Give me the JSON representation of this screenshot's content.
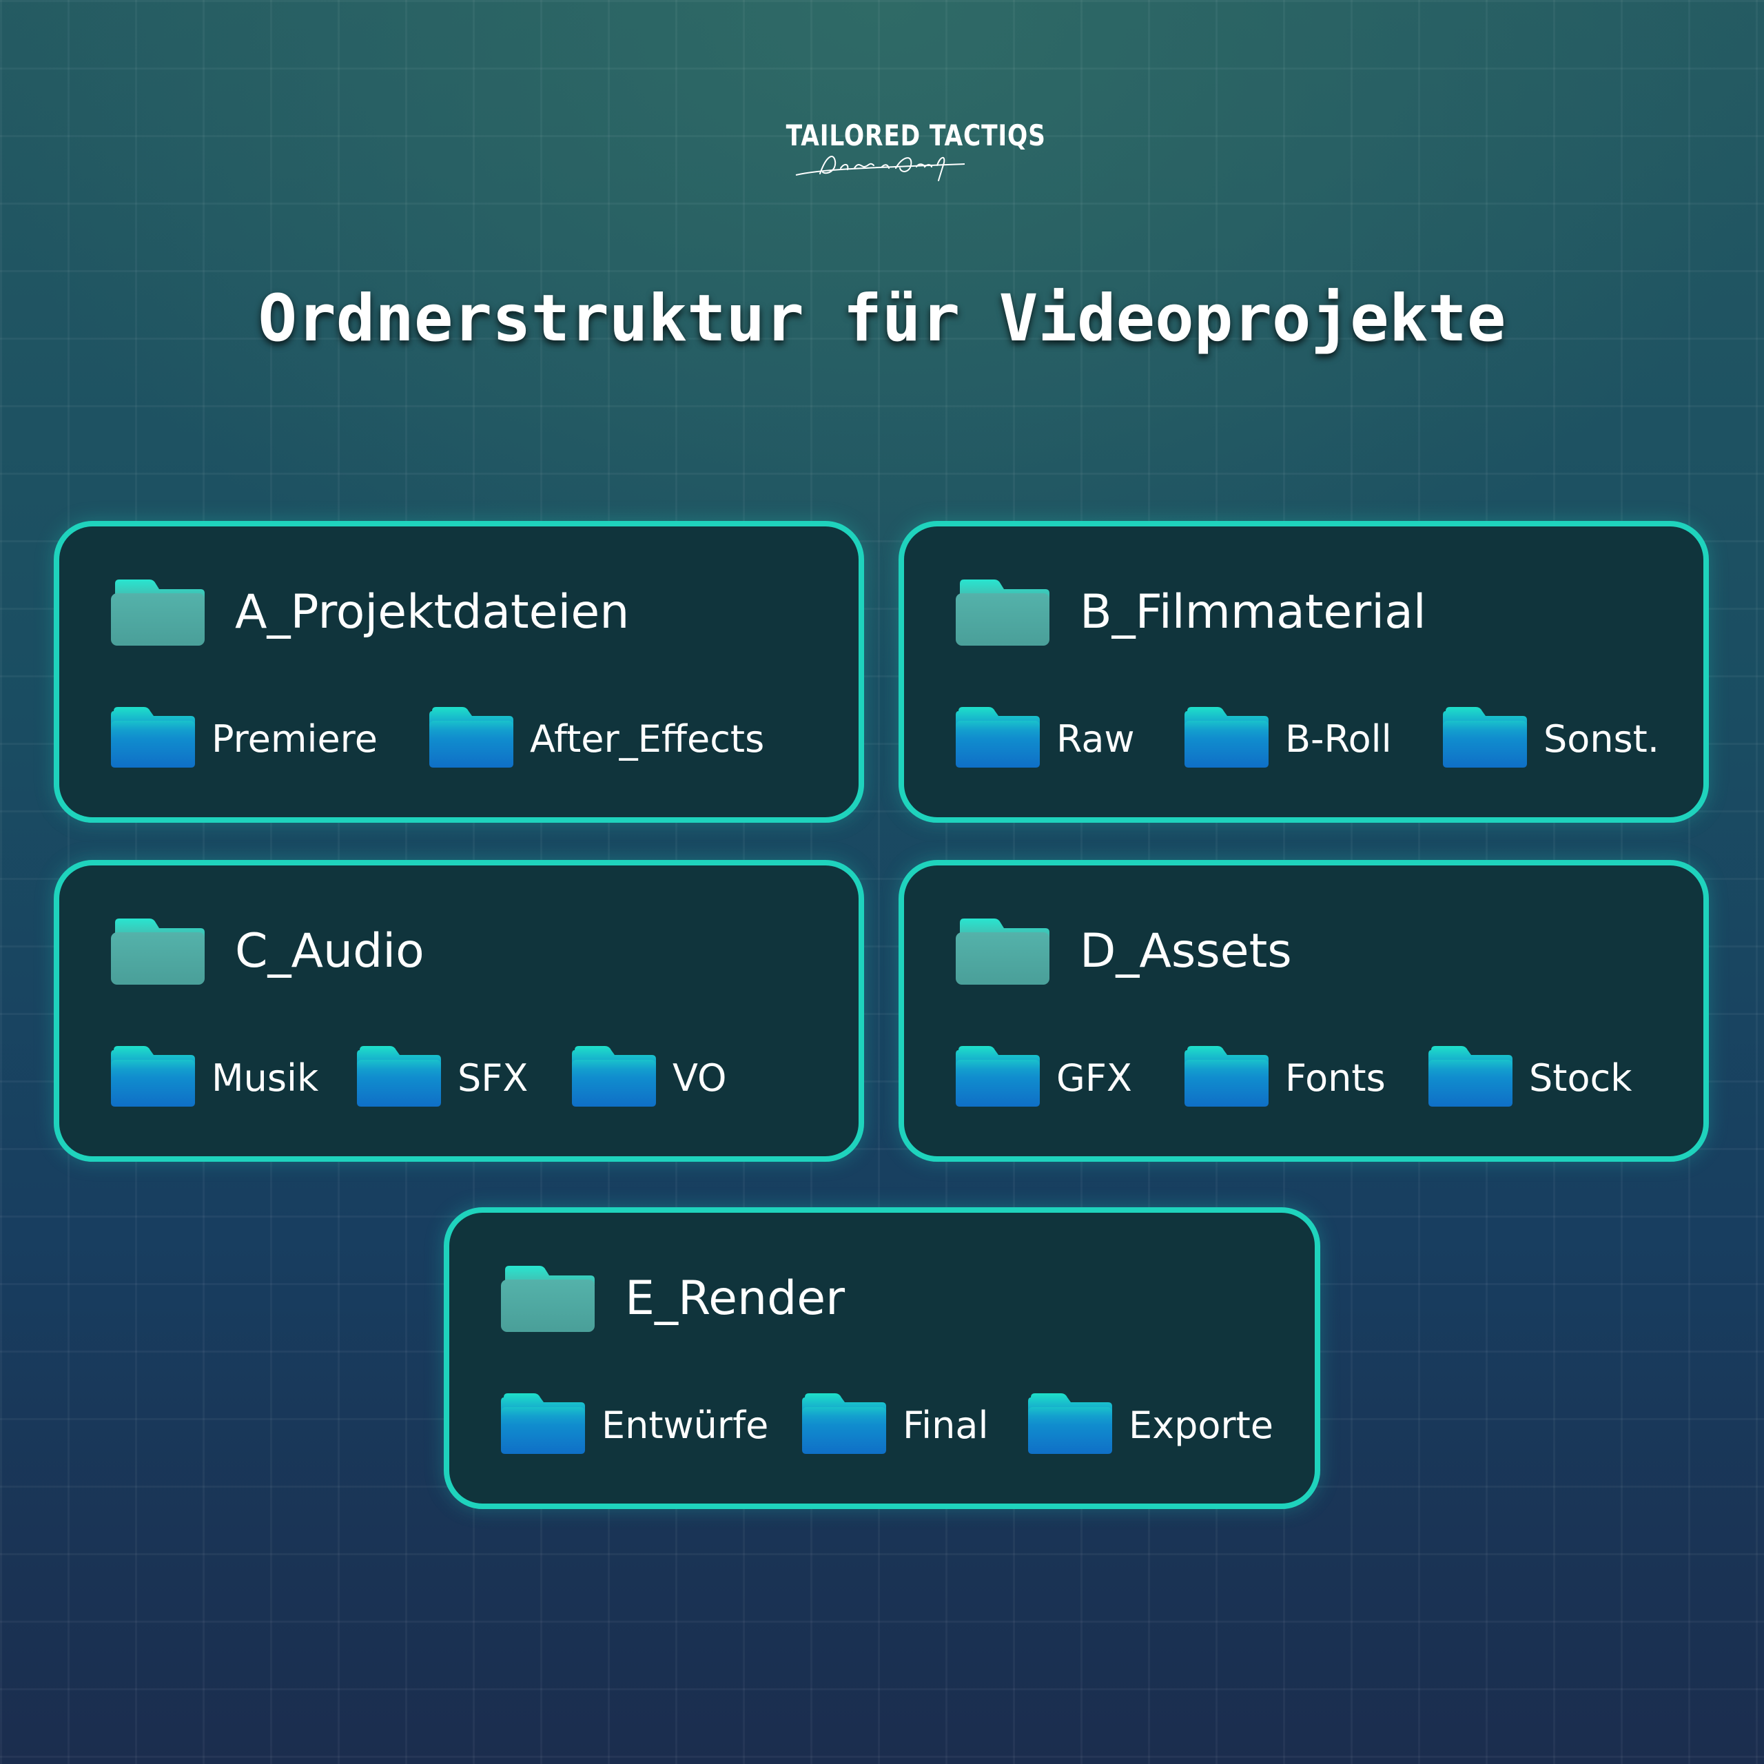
{
  "brand": {
    "logo_text": "TAILORED TACTIQS",
    "signature": "Dennis Quast"
  },
  "title": "Ordnerstruktur für Videoprojekte",
  "colors": {
    "card_border": "#1fd3bd",
    "card_fill": "#10343c",
    "main_folder_top": "#22e3cd",
    "main_folder_body": "#4fa8a2",
    "sub_folder_top": "#1fe0c9",
    "sub_folder_body": "#1173c9"
  },
  "folders": [
    {
      "name": "A_Projektdateien",
      "icon": "folder-icon",
      "children": [
        "Premiere",
        "After_Effects"
      ]
    },
    {
      "name": "B_Filmmaterial",
      "icon": "folder-icon",
      "children": [
        "Raw",
        "B-Roll",
        "Sonst."
      ]
    },
    {
      "name": "C_Audio",
      "icon": "folder-icon",
      "children": [
        "Musik",
        "SFX",
        "VO"
      ]
    },
    {
      "name": "D_Assets",
      "icon": "folder-icon",
      "children": [
        "GFX",
        "Fonts",
        "Stock"
      ]
    },
    {
      "name": "E_Render",
      "icon": "folder-icon",
      "children": [
        "Entwürfe",
        "Final",
        "Exporte"
      ]
    }
  ]
}
